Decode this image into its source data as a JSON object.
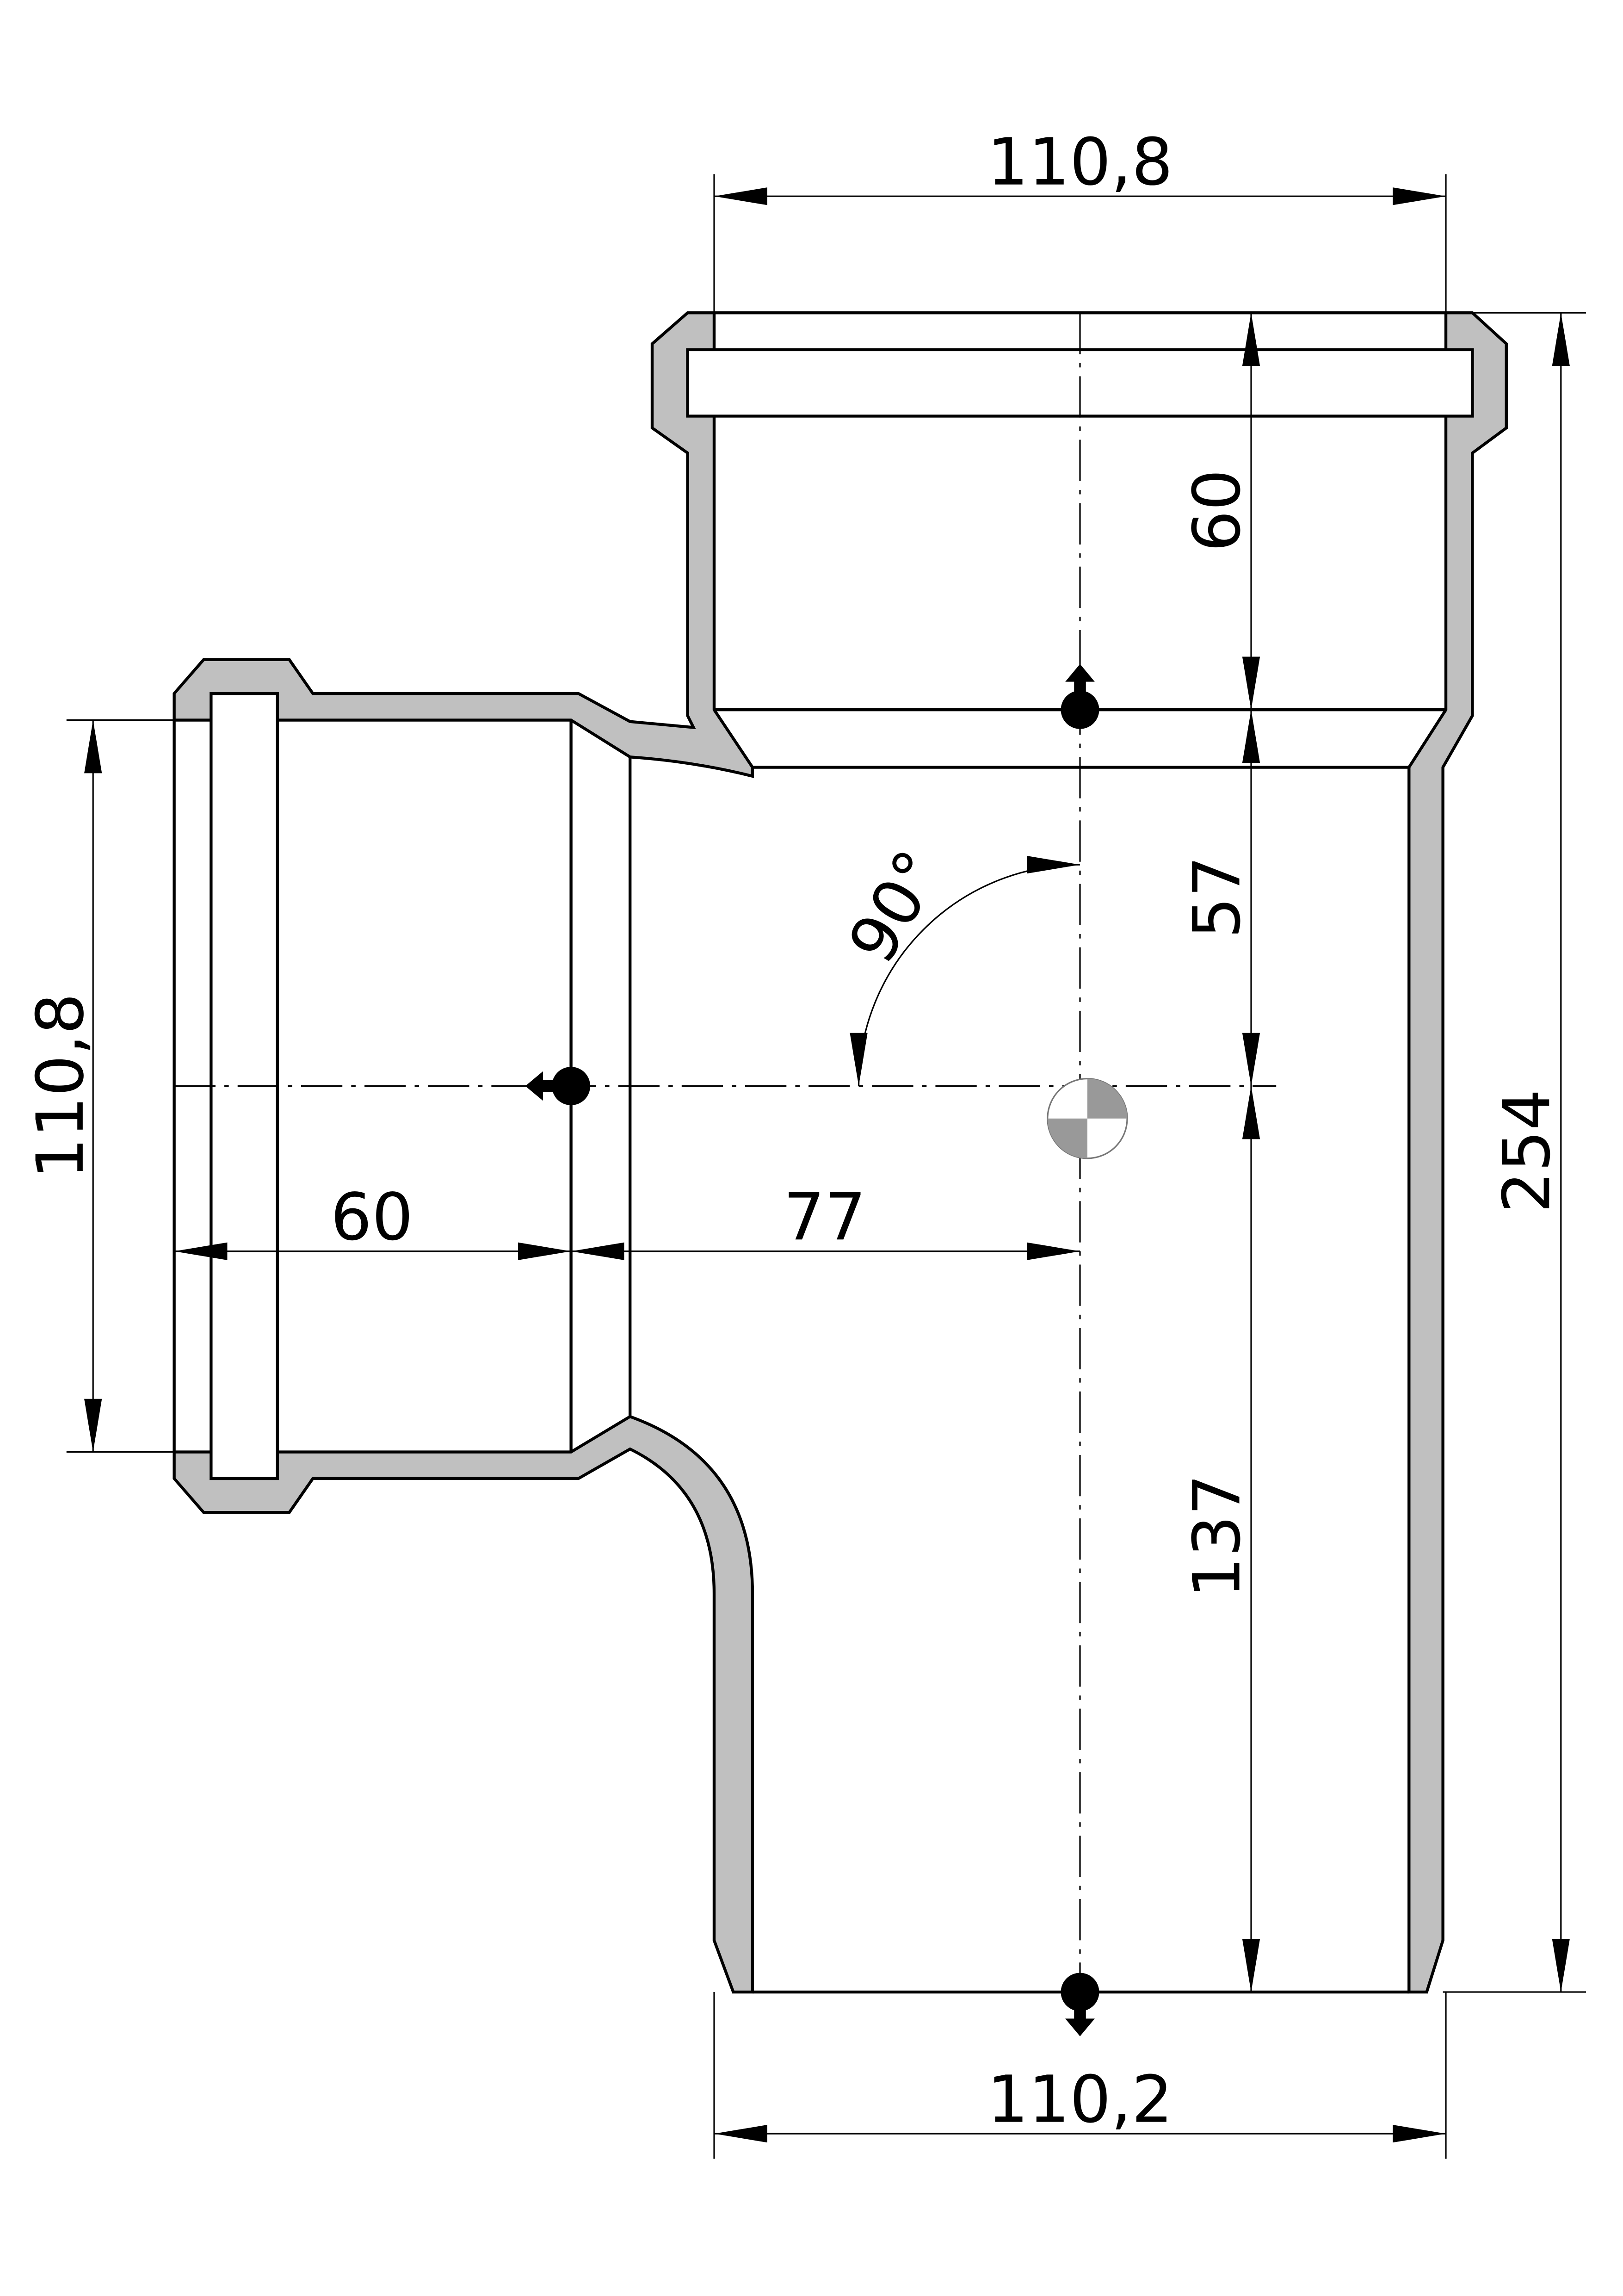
{
  "drawing": {
    "title_hidden": "",
    "dimensions": {
      "top_width": "110,8",
      "bottom_width": "110,2",
      "left_width": "110,8",
      "socket_depth_top": "60",
      "upper_offset": "57",
      "lower_length": "137",
      "total_height": "254",
      "socket_depth_left": "60",
      "branch_offset": "77",
      "angle": "90°"
    },
    "colors": {
      "wall": "#c0c0c0",
      "line": "#000000",
      "centroid": "#999999"
    }
  }
}
